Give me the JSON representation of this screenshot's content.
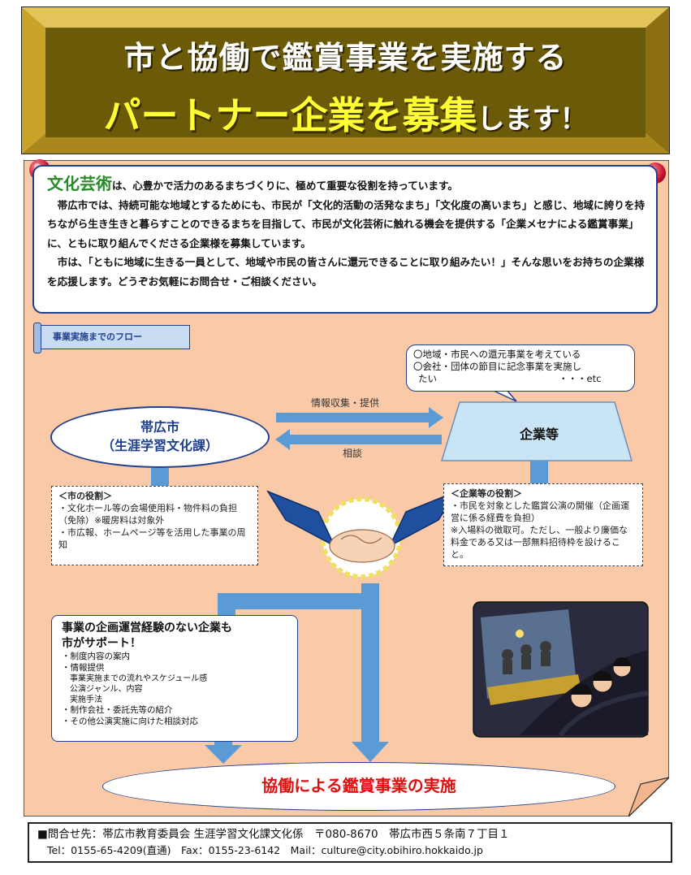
{
  "banner": {
    "line1": "市と協働で鑑賞事業を実施する",
    "line2_big": "パートナー企業を募集",
    "line2_small": "します！"
  },
  "intro": {
    "lead": "文化芸術",
    "lead_rest": "は、心豊かで活力のあるまちづくりに、極めて重要な役割を持っています。",
    "para1": "帯広市では、持続可能な地域とするためにも、市民が「文化的活動の活発なまち」「文化度の高いまち」と感じ、地域に誇りを持ちながら生き生きと暮らすことのできるまちを目指して、市民が文化芸術に触れる機会を提供する「企業メセナによる鑑賞事業」に、ともに取り組んでくださる企業様を募集しています。",
    "para2": "市は、「ともに地域に生きる一員として、地域や市民の皆さんに還元できることに取り組みたい！」そんな思いをお持ちの企業様を応援します。どうぞお気軽にお問合せ・ご相談ください。"
  },
  "flow": {
    "label": "事業実施までのフロー",
    "bubble": [
      "〇地域・市民への還元事業を考えている",
      "〇会社・団体の節目に記念事業を実施し",
      "たい",
      "・・・etc"
    ],
    "city_line1": "帯広市",
    "city_line2": "（生涯学習文化課）",
    "company": "企業等",
    "arrow_top_label": "情報収集・提供",
    "arrow_bottom_label": "相談",
    "city_role": {
      "title": "＜市の役割＞",
      "items": [
        "・文化ホール等の会場使用料・物件料の負担（免除）※暖房料は対象外",
        "・市広報、ホームページ等を活用した事業の周知"
      ]
    },
    "company_role": {
      "title": "＜企業等の役割＞",
      "items": [
        "・市民を対象とした鑑賞公演の開催（企画運営に係る経費を負担）",
        "※入場料の徴取可。ただし、一般より廉価な料金である又は一部無料招待枠を設けること。"
      ]
    },
    "support": {
      "head1": "事業の企画運営経験のない企業も",
      "head2": "市がサポート！",
      "items": [
        "・制度内容の案内",
        "・情報提供"
      ],
      "subitems": [
        "事業実施までの流れやスケジュール感",
        "公演ジャンル、内容",
        "実施手法"
      ],
      "items2": [
        "・制作会社・委託先等の紹介",
        "・その他公演実施に向けた相談対応"
      ]
    },
    "result": "協働による鑑賞事業の実施"
  },
  "footer": {
    "line1": "■問合せ先：帯広市教育委員会 生涯学習文化課文化係　〒080-8670　帯広市西５条南７丁目１",
    "line2": "Tel：0155-65-4209(直通)　Fax：0155-23-6142　Mail：culture@city.obihiro.hokkaido.jp"
  },
  "colors": {
    "banner_frame": "#c9a227",
    "banner_inner": "#6b5a08",
    "board": "#f9c9a8",
    "accent_blue": "#1f3f8f",
    "arrow_blue": "#5b9bd5",
    "result_red": "#e01010",
    "title_yellow": "#ffff33"
  }
}
